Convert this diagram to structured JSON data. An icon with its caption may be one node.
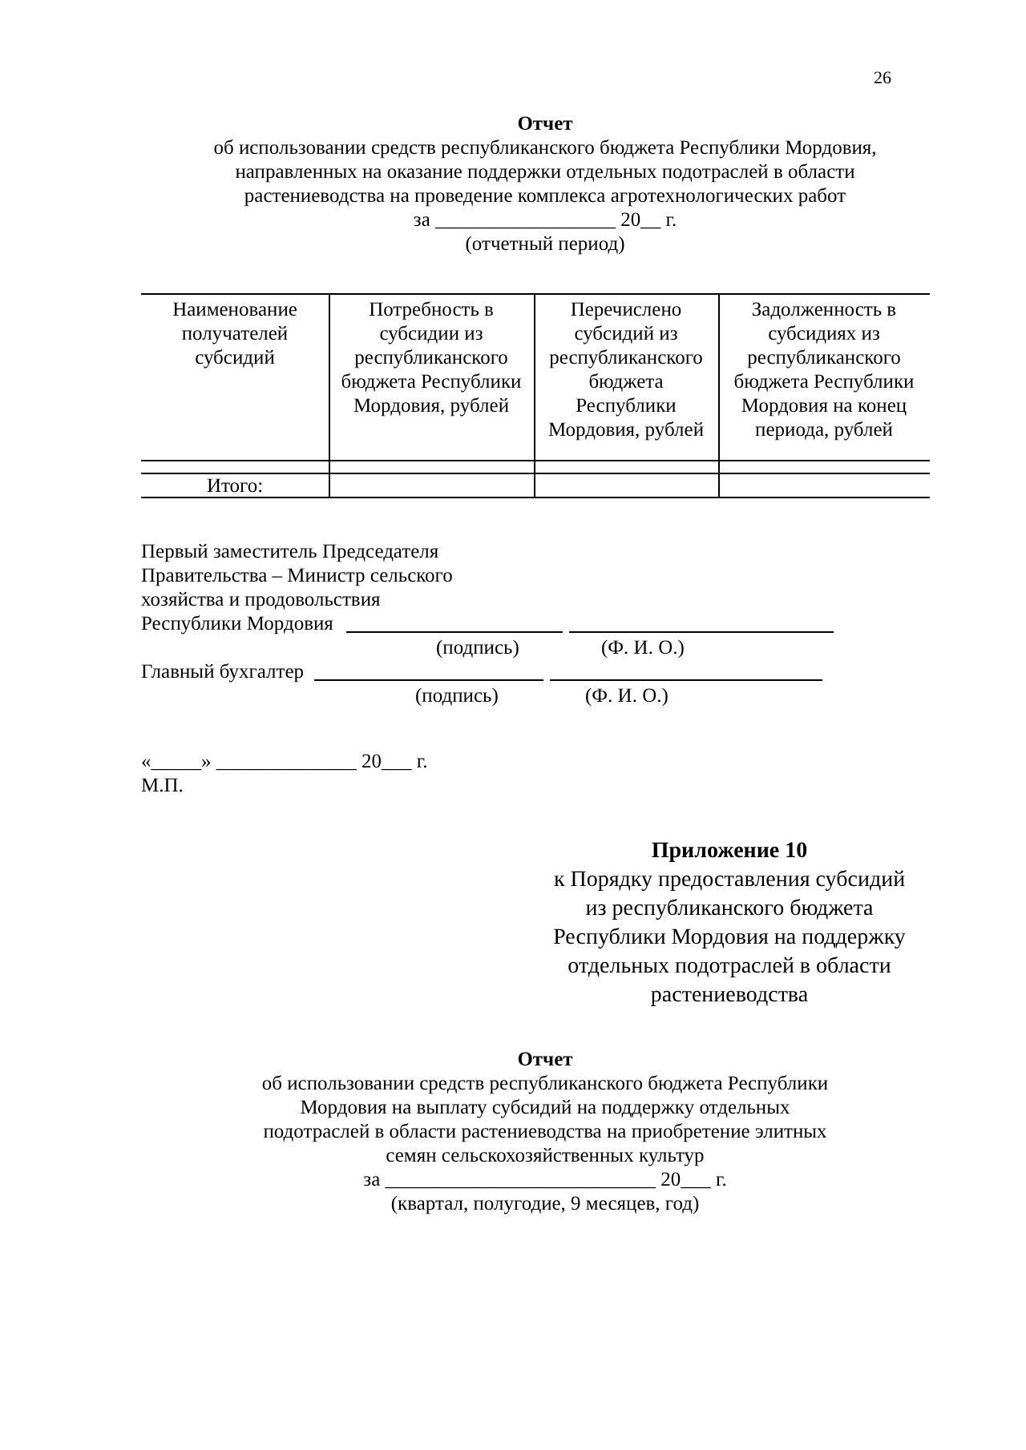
{
  "diagram": {
    "labels": [
      "26",
      "Отчет",
      "об использовании средств республиканского бюджета Республики Мордовия, направленных на оказание поддержки отдельных подотраслей в области растениеводства на проведение комплекса агротехнологических работ",
      "за __________________ 20__ г.",
      "(отчетный период)",
      "Наименование получателей субсидий",
      "Потребность в субсидии из республиканского бюджета Республики Мордовия, рублей",
      "Перечислено субсидий из республиканского бюджета Республики Мордовия, рублей",
      "Задолженность в субсидиях из республиканского бюджета Республики Мордовия на конец периода, рублей",
      "Итого:",
      "Первый заместитель Председателя Правительства – Министр сельского хозяйства и продовольствия",
      "Республики Мордовия",
      "(подпись)",
      "(Ф. И. О.)",
      "Главный бухгалтер",
      "(подпись)",
      "(Ф. И. О.)",
      "«_____» ______________ 20___ г.",
      "М.П.",
      "Приложение 10",
      "к Порядку предоставления субсидий из республиканского бюджета Республики Мордовия на поддержку отдельных подотраслей в области растениеводства",
      "Отчет",
      "об использовании средств республиканского бюджета Республики Мордовия на выплату субсидий на поддержку отдельных подотраслей в области растениеводства на приобретение элитных семян сельскохозяйственных культур",
      "за ___________________________ 20___ г.",
      "(квартал, полугодие, 9 месяцев, год)"
    ]
  }
}
